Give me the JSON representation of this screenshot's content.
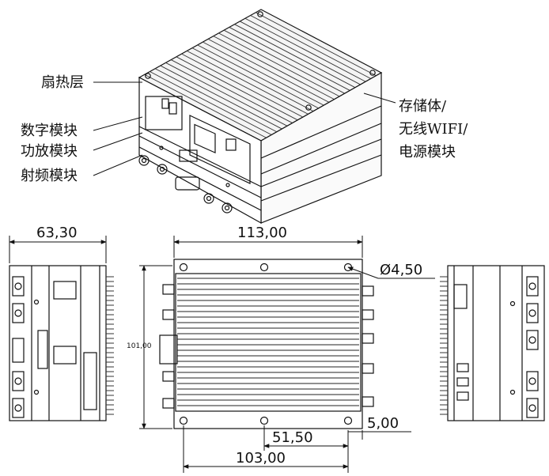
{
  "callouts": {
    "heat_sink": "扇热层",
    "digital_module": "数字模块",
    "amplifier_module": "功放模块",
    "rf_module": "射频模块",
    "storage_line1": "存储体/",
    "storage_line2": "无线WIFI/",
    "storage_line3": "电源模块"
  },
  "dimensions": {
    "side_width": "63,30",
    "top_width": "113,00",
    "hole_diameter": "Ø4,50",
    "height": "101,00",
    "edge_offset": "5,00",
    "hole_spacing_half": "51,50",
    "hole_spacing": "103,00"
  }
}
